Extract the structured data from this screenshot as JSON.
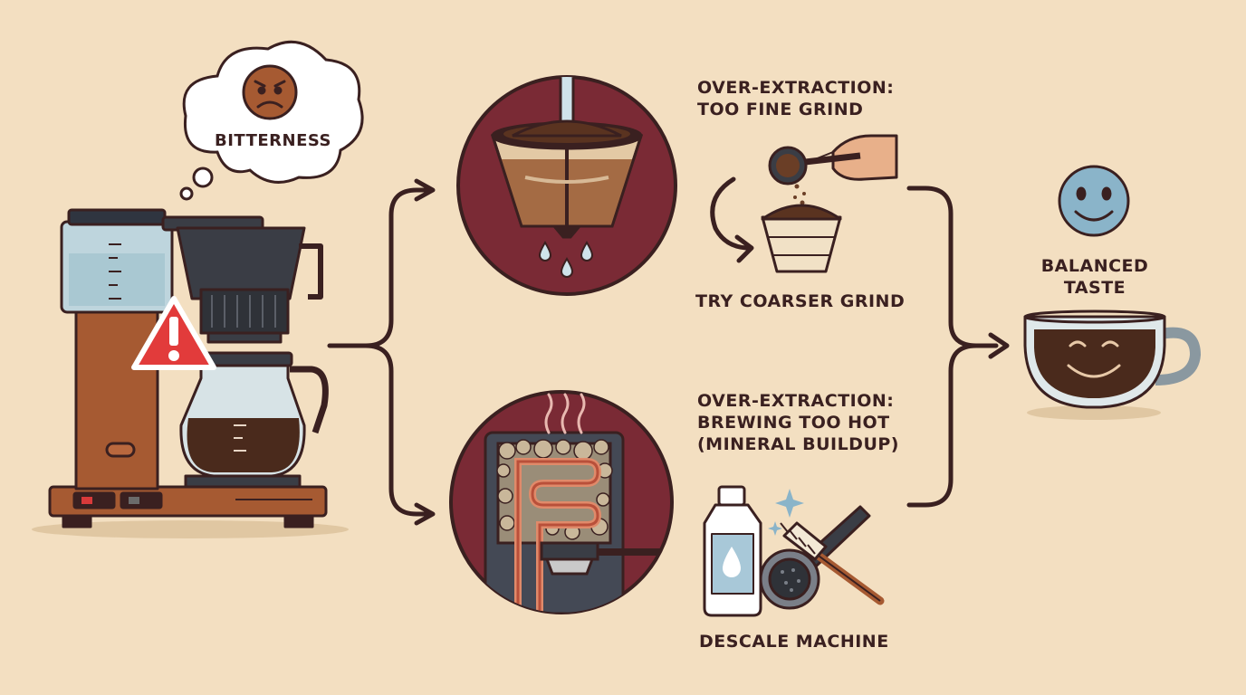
{
  "colors": {
    "background": "#f3dfc1",
    "outline": "#3a2020",
    "maroon": "#7a2a35",
    "copper": "#a65a32",
    "coffee": "#4a2a1c",
    "warning": "#e23b3b",
    "smile": "#8ab4c9"
  },
  "problem": {
    "label": "BITTERNESS"
  },
  "branch_top": {
    "cause_line1": "OVER-EXTRACTION:",
    "cause_line2": "TOO FINE GRIND",
    "fix": "TRY COARSER GRIND"
  },
  "branch_bottom": {
    "cause_line1": "OVER-EXTRACTION:",
    "cause_line2": "BREWING TOO HOT",
    "cause_line3": "(MINERAL BUILDUP)",
    "fix": "DESCALE MACHINE"
  },
  "result": {
    "line1": "BALANCED",
    "line2": "TASTE"
  },
  "icons": [
    "sad-face-icon",
    "warning-icon",
    "smiley-icon",
    "water-drop-icon",
    "sparkle-icon",
    "steam-icon"
  ]
}
